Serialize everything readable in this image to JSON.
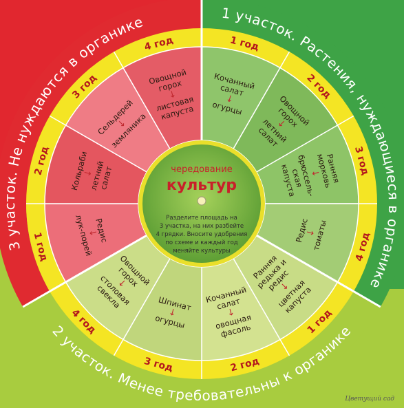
{
  "outer_ring": {
    "plot1": "1 участок. Растения, нуждающиеся в органике",
    "plot2": "2 участок. Менее требовательны к органике",
    "plot3": "3 участок. Не нуждаются в органике"
  },
  "years": [
    "1 год",
    "2 год",
    "3 год",
    "4 год"
  ],
  "sectors": [
    {
      "plot": 1,
      "year": "1 год",
      "lines": [
        "Кочанный",
        "салат",
        "→",
        "огурцы"
      ]
    },
    {
      "plot": 1,
      "year": "2 год",
      "lines": [
        "Овощной",
        "горох",
        "→",
        "летний",
        "салат"
      ]
    },
    {
      "plot": 1,
      "year": "3 год",
      "lines": [
        "Ранняя",
        "морковь",
        "→",
        "брюссель-",
        "ская",
        "капуста"
      ]
    },
    {
      "plot": 1,
      "year": "4 год",
      "lines": [
        "Редис",
        "→",
        "томаты"
      ]
    },
    {
      "plot": 2,
      "year": "1 год",
      "lines": [
        "Ранняя",
        "редька и",
        "редис",
        "→",
        "цветная",
        "капуста"
      ]
    },
    {
      "plot": 2,
      "year": "2 год",
      "lines": [
        "Кочанный",
        "салат",
        "→",
        "овощная",
        "фасоль"
      ]
    },
    {
      "plot": 2,
      "year": "3 год",
      "lines": [
        "Шпинат",
        "→",
        "огурцы"
      ]
    },
    {
      "plot": 2,
      "year": "4 год",
      "lines": [
        "Овощной",
        "горох",
        "→",
        "столовая",
        "свекла"
      ]
    },
    {
      "plot": 3,
      "year": "1 год",
      "lines": [
        "Редис",
        "→",
        "лук-порей"
      ]
    },
    {
      "plot": 3,
      "year": "2 год",
      "lines": [
        "Кольраби",
        "→",
        "летний",
        "салат"
      ]
    },
    {
      "plot": 3,
      "year": "3 год",
      "lines": [
        "Сельдерей",
        "→",
        "земляника"
      ]
    },
    {
      "plot": 3,
      "year": "4 год",
      "lines": [
        "Овощной",
        "горох",
        "→",
        "листовая",
        "капуста"
      ]
    }
  ],
  "center": {
    "title_line1": "чередование",
    "title_line2": "культур",
    "note": [
      "Разделите площадь на",
      "3 участка, на них разбейте",
      "4 грядки. Вносите удобрения",
      "по схеме и каждый год",
      "меняйте культуры"
    ]
  },
  "watermark": "Цветущий сад",
  "colors": {
    "plot1_outer": "#3ea346",
    "plot2_outer": "#a8cc3f",
    "plot3_outer": "#e02a30",
    "year_ring": "#f4e524",
    "center_fill": "#7cb844",
    "center_border": "#e8df2a"
  }
}
